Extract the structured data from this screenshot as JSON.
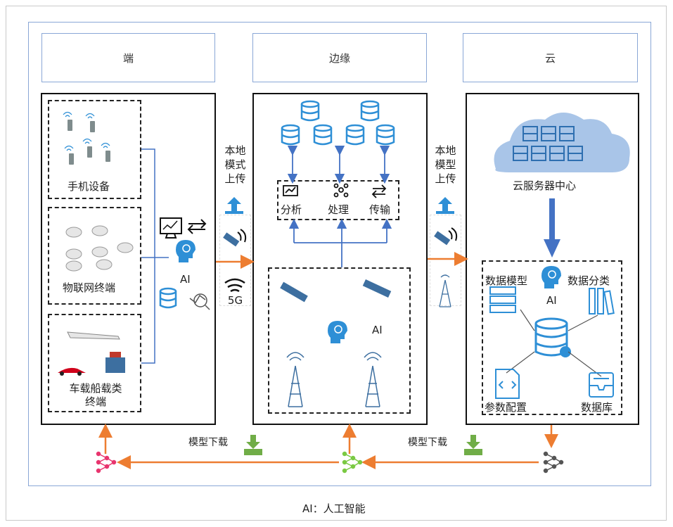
{
  "headers": {
    "device": "端",
    "edge": "边缘",
    "cloud": "云"
  },
  "device": {
    "phone": "手机设备",
    "iot": "物联网终端",
    "vehicle_line1": "车载船载类",
    "vehicle_line2": "终端",
    "ai": "AI"
  },
  "link_left": {
    "l1": "本地",
    "l2": "模式",
    "l3": "上传",
    "net": "5G"
  },
  "edge": {
    "analyze": "分析",
    "process": "处理",
    "transfer": "传输",
    "ai": "AI"
  },
  "link_right": {
    "l1": "本地",
    "l2": "模型",
    "l3": "上传"
  },
  "cloud": {
    "server_center": "云服务器中心",
    "data_model": "数据模型",
    "data_classify": "数据分类",
    "ai": "AI",
    "param_config": "参数配置",
    "database": "数据库"
  },
  "download_left": "模型下载",
  "download_right": "模型下载",
  "footer": "AI：人工智能",
  "colors": {
    "panel_border": "#111111",
    "frame_blue": "#8aa7d6",
    "flow_blue": "#4472c4",
    "icon_blue": "#2e8fd6",
    "orange": "#ed7d31",
    "download_green": "#70ad47",
    "node_pink": "#e8356e",
    "node_green": "#7ac943",
    "node_gray": "#666666"
  }
}
